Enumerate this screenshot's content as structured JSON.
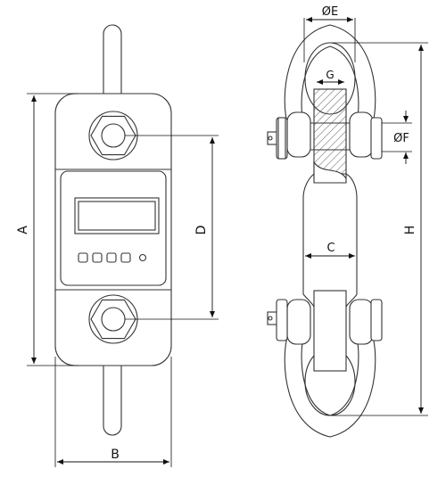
{
  "labels": {
    "A": "A",
    "B": "B",
    "C": "C",
    "D": "D",
    "E": "ØE",
    "F": "ØF",
    "G": "G",
    "H": "H"
  }
}
